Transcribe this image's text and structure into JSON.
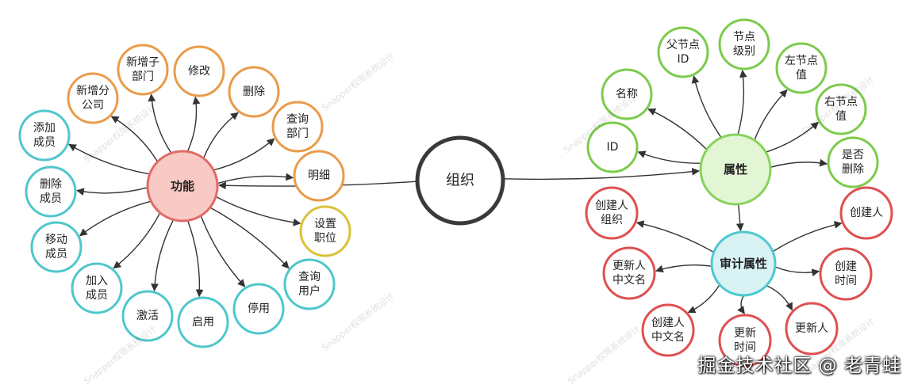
{
  "center": {
    "label": "组织"
  },
  "groups": {
    "function": {
      "label": "功能"
    },
    "attributes": {
      "label": "属性"
    },
    "audit": {
      "label": "审计属性"
    }
  },
  "function_children": [
    [
      "添加",
      "成员"
    ],
    [
      "新增分",
      "公司"
    ],
    [
      "新增子",
      "部门"
    ],
    [
      "修改"
    ],
    [
      "删除"
    ],
    [
      "查询",
      "部门"
    ],
    [
      "明细"
    ],
    [
      "设置",
      "职位"
    ],
    [
      "查询",
      "用户"
    ],
    [
      "停用"
    ],
    [
      "启用"
    ],
    [
      "激活"
    ],
    [
      "加入",
      "成员"
    ],
    [
      "移动",
      "成员"
    ],
    [
      "删除",
      "成员"
    ]
  ],
  "attribute_children": [
    [
      "ID"
    ],
    [
      "名称"
    ],
    [
      "父节点",
      "ID"
    ],
    [
      "节点",
      "级别"
    ],
    [
      "左节点",
      "值"
    ],
    [
      "右节点",
      "值"
    ],
    [
      "是否",
      "删除"
    ]
  ],
  "audit_children": [
    [
      "创建人",
      "组织"
    ],
    [
      "创建人"
    ],
    [
      "创建",
      "时间"
    ],
    [
      "更新人"
    ],
    [
      "更新",
      "时间"
    ],
    [
      "创建人",
      "中文名"
    ],
    [
      "更新人",
      "中文名"
    ]
  ],
  "watermark": "Snapper权限系统设计",
  "footer": "掘金技术社区 @ 老青蛙",
  "colors": {
    "center_stroke": "#3a3a3a",
    "function_fill": "#f9c9c6",
    "function_stroke": "#e06b67",
    "attr_fill": "#e2f5d4",
    "attr_stroke": "#86d35b",
    "audit_fill": "#d9f3f5",
    "audit_stroke": "#4fc9cf",
    "orange": "#ea9b4a",
    "teal": "#4fc7cc",
    "yellow": "#d9c23a",
    "green": "#7ccb4c",
    "red": "#df5050",
    "edge": "#333333"
  }
}
